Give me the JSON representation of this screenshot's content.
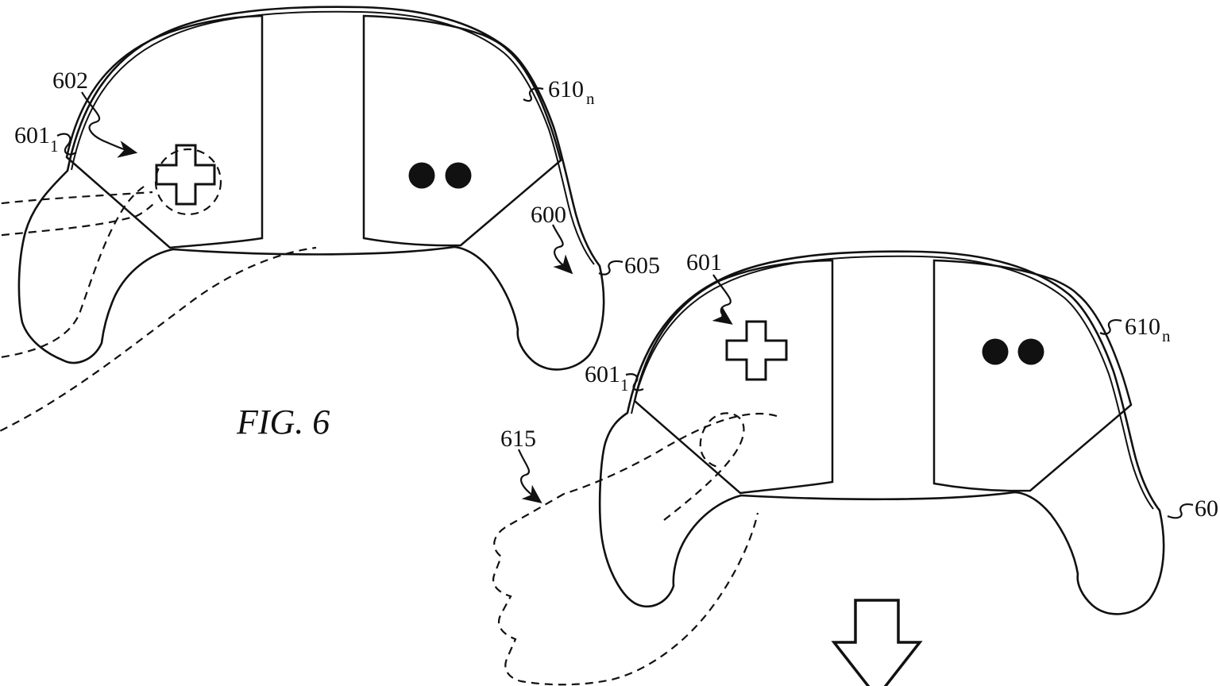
{
  "figure": {
    "caption": "FIG. 6",
    "description": "Patent line drawing of two game controllers with touch-sensitive stippled panels, D-pad cross, twin buttons, dashed hand outlines and a hollow down arrow"
  },
  "labels": {
    "c1": {
      "n602": "602",
      "n601_main": "601",
      "n601_sub": "1",
      "n610_main": "610",
      "n610_sub": "n",
      "n600": "600",
      "n605": "605"
    },
    "c2": {
      "n601": "601",
      "n601_1_main": "601",
      "n601_1_sub": "1",
      "n615": "615",
      "n610_main": "610",
      "n610_sub": "n",
      "n60": "60"
    }
  },
  "colors": {
    "ink": "#111111",
    "background": "#ffffff"
  }
}
